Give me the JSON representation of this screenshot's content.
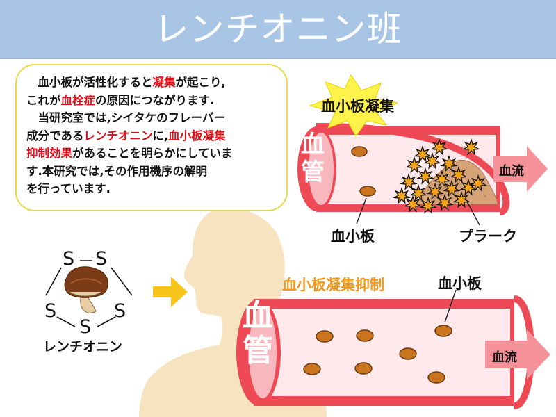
{
  "title": "レンチオニン班",
  "description": {
    "line1_a": "　血小板が活性化すると",
    "line1_b": "凝集",
    "line1_c": "が起こり,",
    "line2_a": "これが",
    "line2_b": "血栓症",
    "line2_c": "の原因につながります.",
    "line3": "　当研究室では,シイタケのフレーバー",
    "line4_a": "成分である",
    "line4_b": "レンチオニン",
    "line4_c": "に,",
    "line4_d": "血小板凝集",
    "line5_a": "抑制効果",
    "line5_b": "があることを明らかにしていま",
    "line6": "す.本研究では,その作用機序の解明",
    "line7": "を行っています."
  },
  "top_vessel": {
    "burst_label": "血小板凝集",
    "vessel_label": "血管",
    "flow_label": "血流",
    "platelet_label": "血小板",
    "plaque_label": "プラーク"
  },
  "bottom_vessel": {
    "inhibition_label": "血小板凝集抑制",
    "platelet_label": "血小板",
    "vessel_label": "血管",
    "flow_label": "血流"
  },
  "molecule": {
    "atoms": [
      "S",
      "S",
      "S",
      "S",
      "S"
    ],
    "name": "レンチオニン"
  },
  "colors": {
    "header": "#a9c5e6",
    "title_text": "#ffffff",
    "emphasis_red": "#e0101a",
    "inhibition_orange": "#ef9a1e",
    "vessel_wall": "#ee4a55",
    "vessel_inner": "#fde9ec",
    "platelet": "#c9751f",
    "burst": "#fff24a",
    "silhouette": "#f7e3bf",
    "arrow_yellow": "#f7c51c"
  }
}
